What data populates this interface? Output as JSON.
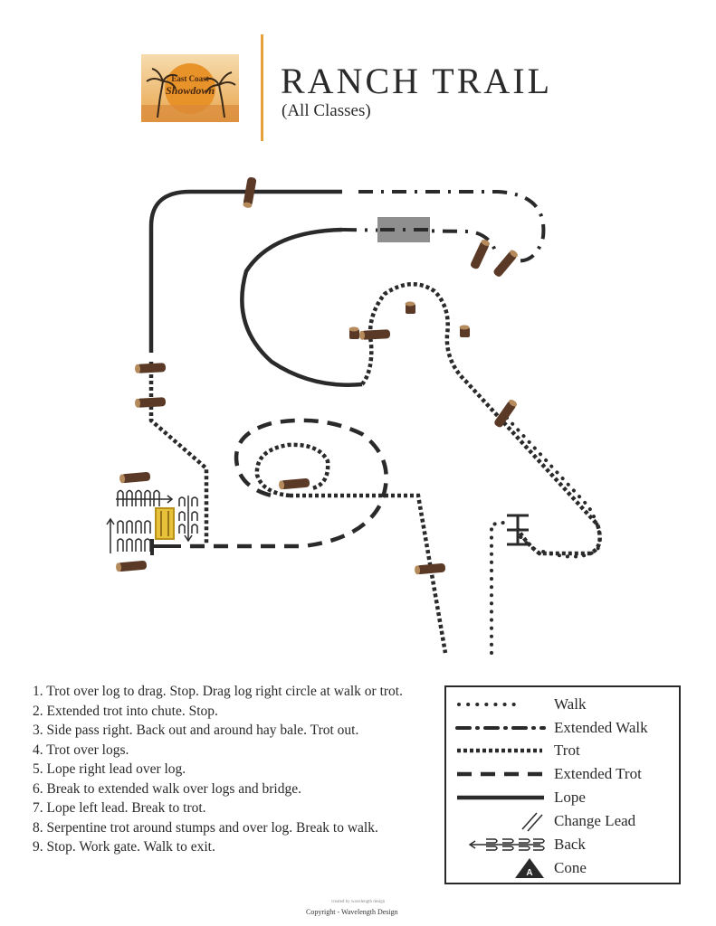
{
  "header": {
    "title": "RANCH TRAIL",
    "subtitle": "(All Classes)"
  },
  "logo": {
    "line1": "East Coast",
    "line2": "Showdown",
    "icon": "sunset-palm-trees-logo",
    "colors": {
      "sun": "#e8922a",
      "sky": "#f2c879",
      "text": "#4a2a10"
    }
  },
  "instructions": [
    "1. Trot over log to drag. Stop. Drag log right circle at walk or trot.",
    "2. Extended trot into chute. Stop.",
    "3. Side pass right. Back out and around hay bale. Trot out.",
    "4. Trot over logs.",
    "5. Lope right lead over log.",
    "6. Break to extended walk over logs and bridge.",
    "7. Lope left lead. Break to trot.",
    "8. Serpentine trot around stumps and over log. Break to walk.",
    "9. Stop. Work gate. Walk to exit."
  ],
  "legend": [
    {
      "label": "Walk",
      "symbol": "dotted-line"
    },
    {
      "label": "Extended Walk",
      "symbol": "dash-dot-line"
    },
    {
      "label": "Trot",
      "symbol": "short-dash-line"
    },
    {
      "label": "Extended Trot",
      "symbol": "long-dash-line"
    },
    {
      "label": "Lope",
      "symbol": "solid-line"
    },
    {
      "label": "Change Lead",
      "symbol": "double-slash-icon"
    },
    {
      "label": "Back",
      "symbol": "back-arrow-icon"
    },
    {
      "label": "Cone",
      "symbol": "cone-triangle-icon",
      "glyph": "A"
    }
  ],
  "colors": {
    "line": "#2a2a2a",
    "log": "#5a3a26",
    "log_end": "#b58a5c",
    "bridge": "#8f8f8f",
    "hay_bale": "#e8c13a",
    "divider": "#e8a13a"
  },
  "footer": {
    "tag": "created by wavelength design",
    "copyright": "Copyright - Wavelength Design"
  }
}
